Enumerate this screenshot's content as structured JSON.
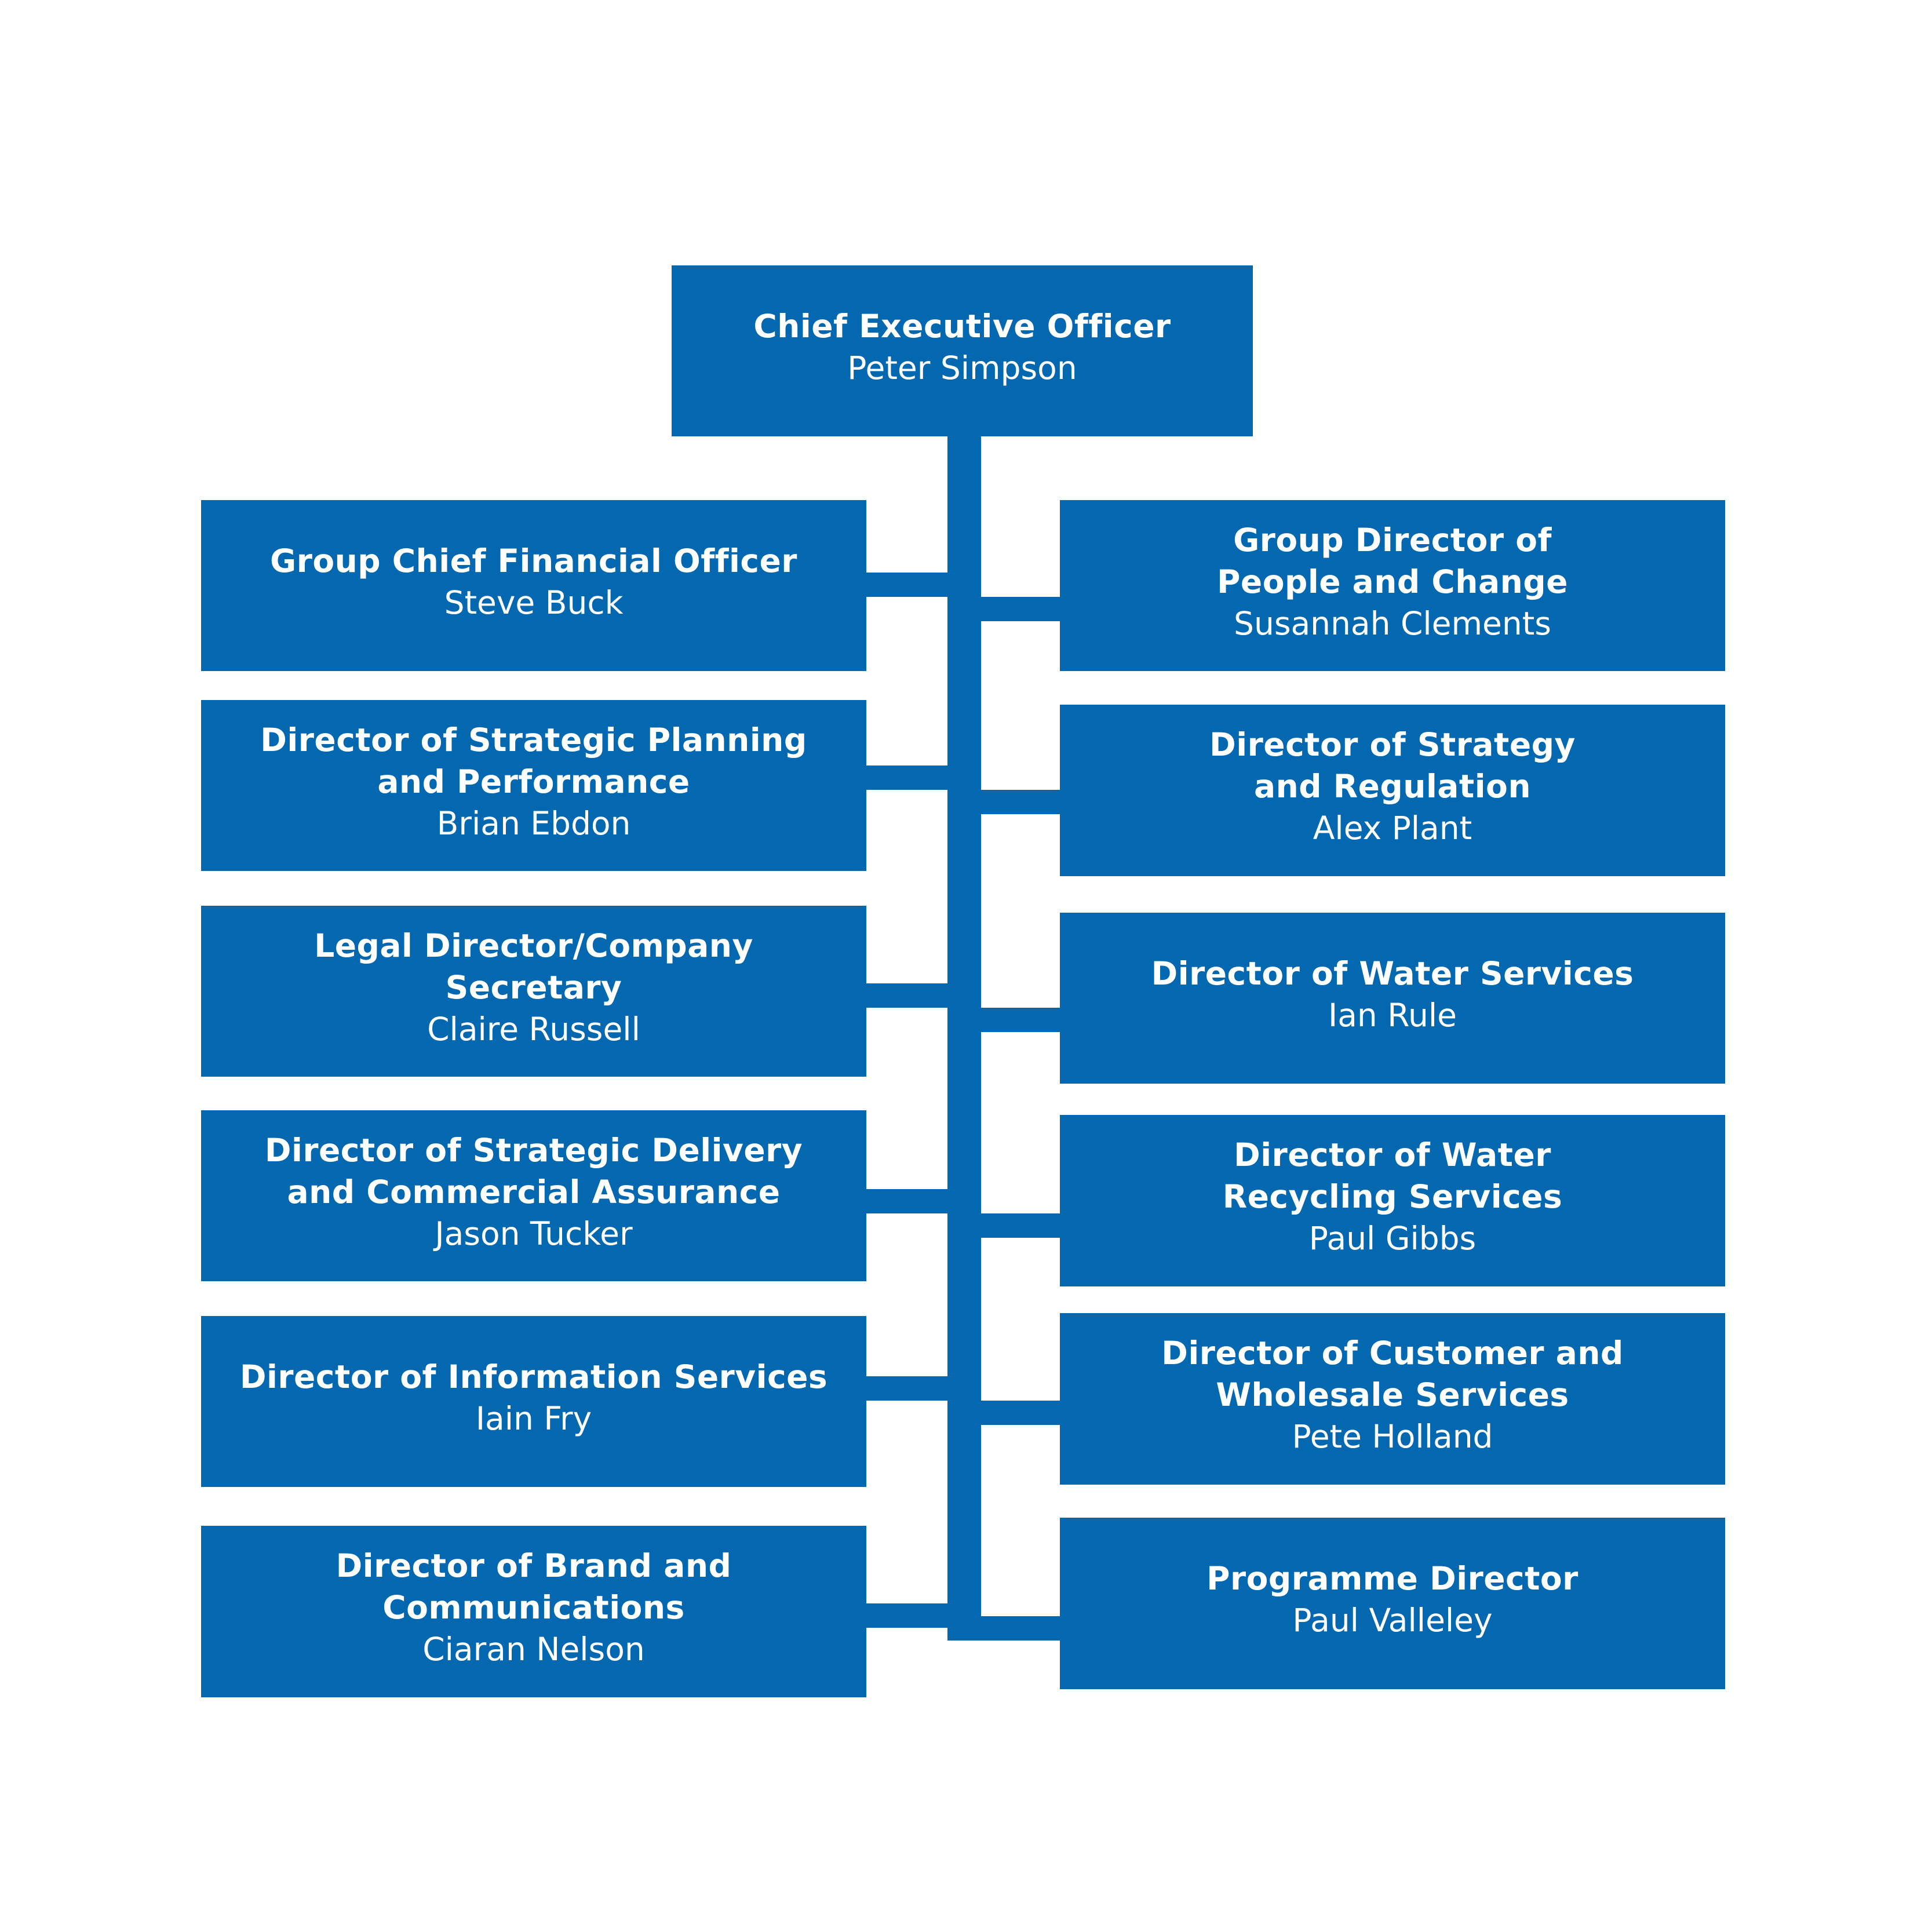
{
  "colors": {
    "box": "#0468B1",
    "text": "#FFFFFF",
    "background": "#FFFFFF"
  },
  "ceo": {
    "title": "Chief Executive Officer",
    "name": "Peter Simpson"
  },
  "left": [
    {
      "title_lines": [
        "Group Chief Financial Officer"
      ],
      "name": "Steve Buck"
    },
    {
      "title_lines": [
        "Director of Strategic Planning",
        "and Performance"
      ],
      "name": "Brian Ebdon"
    },
    {
      "title_lines": [
        "Legal Director/Company",
        "Secretary"
      ],
      "name": "Claire Russell"
    },
    {
      "title_lines": [
        "Director of Strategic Delivery",
        "and Commercial Assurance"
      ],
      "name": "Jason Tucker"
    },
    {
      "title_lines": [
        "Director of Information Services"
      ],
      "name": "Iain Fry"
    },
    {
      "title_lines": [
        "Director of Brand and",
        "Communications"
      ],
      "name": "Ciaran Nelson"
    }
  ],
  "right": [
    {
      "title_lines": [
        "Group Director of",
        "People and Change"
      ],
      "name": "Susannah Clements"
    },
    {
      "title_lines": [
        "Director of Strategy",
        "and Regulation"
      ],
      "name": "Alex Plant"
    },
    {
      "title_lines": [
        "Director of Water Services"
      ],
      "name": "Ian Rule"
    },
    {
      "title_lines": [
        "Director of Water",
        "Recycling Services"
      ],
      "name": "Paul Gibbs"
    },
    {
      "title_lines": [
        "Director of Customer and",
        "Wholesale Services"
      ],
      "name": "Pete Holland"
    },
    {
      "title_lines": [
        "Programme Director"
      ],
      "name": "Paul Valleley"
    }
  ]
}
